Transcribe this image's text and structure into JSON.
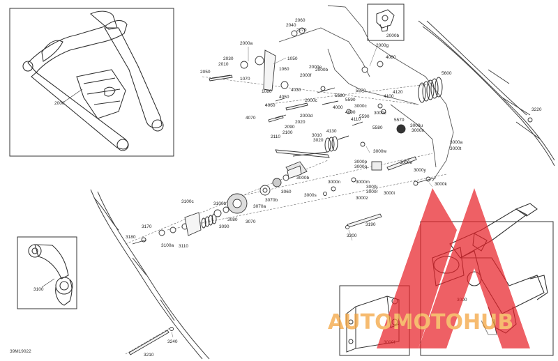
{
  "diagram": {
    "reference": "39M19022",
    "inset_labels": {
      "top_left_inset": "2000",
      "left_small_inset": "3100",
      "top_right_small_inset": "2000b",
      "bottom_mid_inset": "3000f",
      "bottom_right_inset": "3000"
    },
    "part_labels": [
      "2060",
      "2040",
      "2070",
      "2000a",
      "1050",
      "2030",
      "2010",
      "2050",
      "1070",
      "1060",
      "1080",
      "2000b",
      "2000g",
      "4080",
      "2000f",
      "2000e",
      "2000c",
      "4030",
      "5580",
      "5600",
      "4130",
      "4120",
      "5570",
      "4100",
      "5590",
      "4050",
      "4060",
      "4070",
      "3000c",
      "2000d",
      "2020",
      "2090",
      "2100",
      "2110",
      "3010",
      "3020",
      "4110",
      "4000",
      "4090",
      "5570",
      "5590",
      "5580",
      "3000u",
      "3000x",
      "3000a",
      "3000t",
      "3000w",
      "3000e",
      "3000p",
      "3000q",
      "3220",
      "3000b",
      "3000m",
      "3000j",
      "3000n",
      "3000r",
      "3000s",
      "3000y",
      "3000z",
      "3000i",
      "3000k",
      "3060",
      "3070b",
      "3070a",
      "3070",
      "3080",
      "3090",
      "3100c",
      "3100b",
      "3100a",
      "3110",
      "3170",
      "3180",
      "3190",
      "3200",
      "3240",
      "3210"
    ]
  },
  "watermark": {
    "text": "AUTOMOTOHUB",
    "colors": {
      "primary": "#e8232a",
      "secondary": "#f3a23a"
    }
  }
}
